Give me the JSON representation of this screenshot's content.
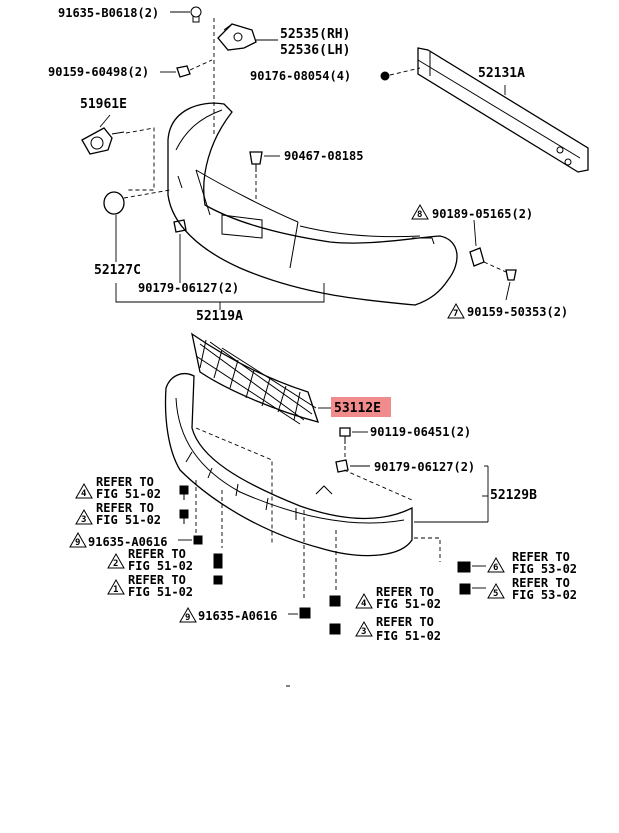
{
  "labels": {
    "p91635_b0618": "91635-B0618(2)",
    "p52535": "52535(RH)",
    "p52536": "52536(LH)",
    "p90159_60498": "90159-60498(2)",
    "p90176_08054": "90176-08054(4)",
    "p52131a": "52131A",
    "p51961e": "51961E",
    "p90467_08185": "90467-08185",
    "p90189_05165": "90189-05165(2)",
    "p52127c": "52127C",
    "p90179_06127_top": "90179-06127(2)",
    "p52119a": "52119A",
    "p90159_50353": "90159-50353(2)",
    "p53112e": "53112E",
    "p90119_06451": "90119-06451(2)",
    "p90179_06127_mid": "90179-06127(2)",
    "p52129b": "52129B",
    "p91635_a0616_a": "91635-A0616",
    "p91635_a0616_b": "91635-A0616",
    "refer_to": "REFER TO",
    "fig_51_02": "FIG 51-02",
    "fig_53_02": "FIG 53-02"
  },
  "triangles": {
    "t8": "8",
    "t7": "7",
    "t4a": "4",
    "t3a": "3",
    "t9a": "9",
    "t2": "2",
    "t1": "1",
    "t4b": "4",
    "t9b": "9",
    "t3b": "3",
    "t6": "6",
    "t5": "5"
  },
  "colors": {
    "highlight": "#f28b8b",
    "line": "#000000",
    "background": "#ffffff"
  }
}
